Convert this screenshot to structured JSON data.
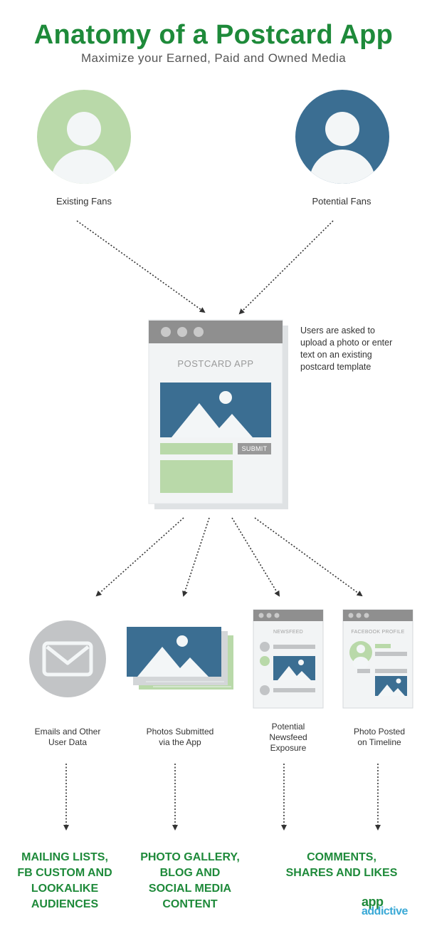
{
  "header": {
    "title": "Anatomy of a Postcard App",
    "subtitle": "Maximize your Earned, Paid and Owned Media"
  },
  "audiences": [
    {
      "label": "Existing Fans",
      "color": "#b9d9a9"
    },
    {
      "label": "Potential Fans",
      "color": "#3b6e92"
    }
  ],
  "app": {
    "title": "POSTCARD APP",
    "submit_label": "SUBMIT",
    "note": [
      "Users are asked to",
      "upload a photo or enter",
      "text on an existing",
      "postcard template"
    ]
  },
  "outputs": [
    {
      "caption": [
        "Emails and Other",
        "User Data"
      ]
    },
    {
      "caption": [
        "Photos Submitted",
        "via the App"
      ]
    },
    {
      "caption": [
        "Potential",
        "Newsfeed",
        "Exposure"
      ],
      "mini_title": "NEWSFEED"
    },
    {
      "caption": [
        "Photo Posted",
        "on Timeline"
      ],
      "mini_title": "FACEBOOK PROFILE"
    }
  ],
  "results": [
    {
      "lines": [
        "MAILING LISTS,",
        "FB CUSTOM AND",
        "LOOKALIKE",
        "AUDIENCES"
      ]
    },
    {
      "lines": [
        "PHOTO GALLERY,",
        "BLOG AND",
        "SOCIAL MEDIA",
        "CONTENT"
      ]
    },
    {
      "lines": [
        "COMMENTS,",
        "SHARES AND LIKES"
      ]
    }
  ],
  "logo": {
    "top": "app",
    "bottom": "addictive"
  },
  "colors": {
    "green_text": "#1e8a3a",
    "light_green": "#b9d9a9",
    "blue": "#3b6e92",
    "gray_bar": "#8f8f8f",
    "panel": "#f2f4f5"
  }
}
